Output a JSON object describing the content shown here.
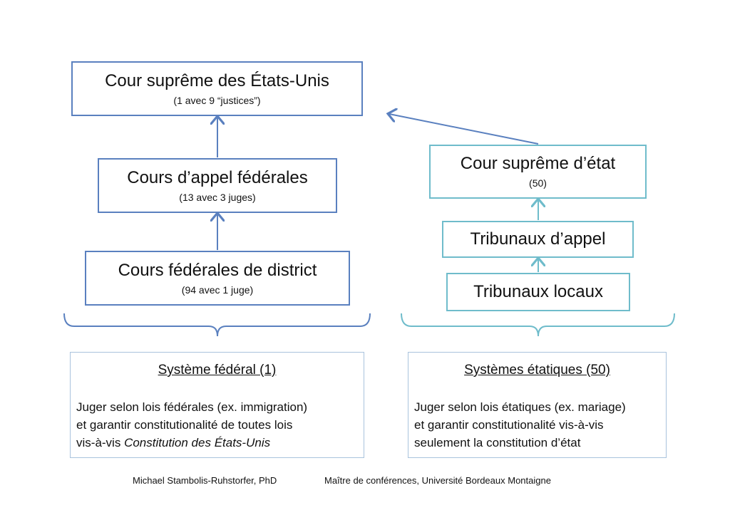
{
  "federal": {
    "supreme": {
      "title": "Cour suprême des États-Unis",
      "subtitle": "(1 avec 9 “justices”)"
    },
    "appeal": {
      "title": "Cours d’appel fédérales",
      "subtitle": "(13 avec 3 juges)"
    },
    "district": {
      "title": "Cours fédérales de district",
      "subtitle": "(94 avec 1 juge)"
    },
    "info": {
      "heading": "Système fédéral (1)",
      "line1": "Juger selon lois fédérales (ex. immigration)",
      "line2": "et garantir constitutionalité de toutes lois",
      "line3_prefix": "vis-à-vis ",
      "line3_italic": "Constitution des États-Unis"
    }
  },
  "state": {
    "supreme": {
      "title": "Cour suprême d’état",
      "subtitle": "(50)"
    },
    "appeal": {
      "title": "Tribunaux d’appel"
    },
    "local": {
      "title": "Tribunaux locaux"
    },
    "info": {
      "heading": "Systèmes étatiques (50)",
      "line1": "Juger selon lois étatiques (ex. mariage)",
      "line2": "et garantir constitutionalité vis-à-vis",
      "line3": "seulement la constitution d’état"
    }
  },
  "footer": {
    "author": "Michael Stambolis-Ruhstorfer, PhD",
    "affiliation": "Maître de conférences, Université Bordeaux Montaigne"
  },
  "colors": {
    "federal": "#5a80bf",
    "state": "#6fbccb"
  }
}
